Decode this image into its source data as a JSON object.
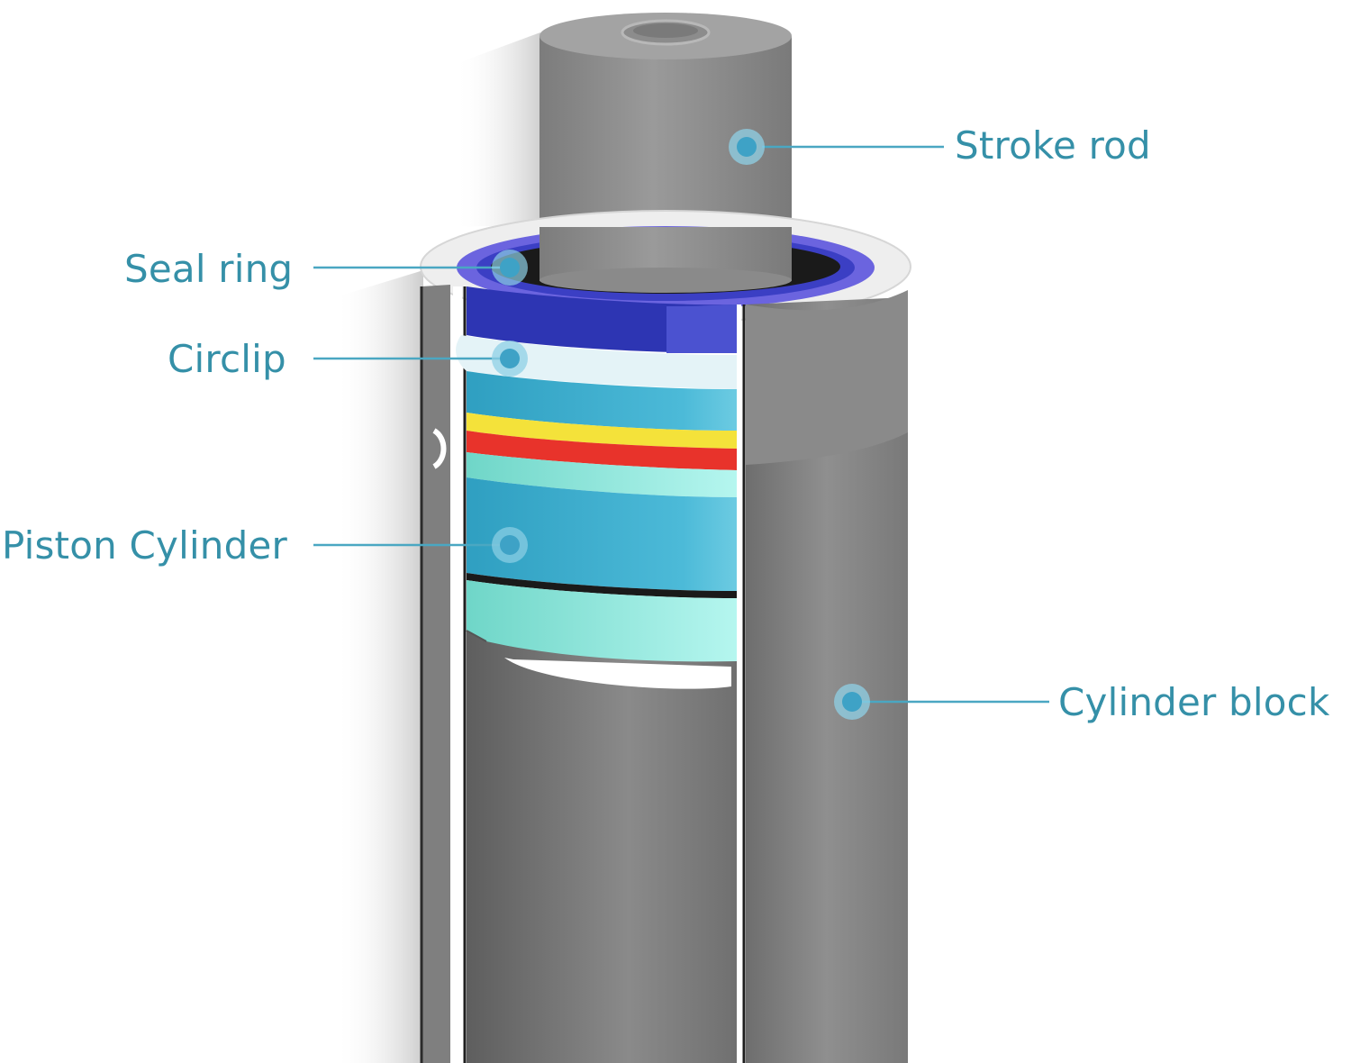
{
  "colors": {
    "label_text": "#3590a8",
    "leader_line": "#4aa7c2",
    "marker_outer": "#8fd0e6",
    "marker_inner": "#3ea2c6",
    "metal_dark": "#6b6b6b",
    "metal_mid": "#8e8e8e",
    "metal_light": "#a9a9a9",
    "seal_blue": "#2f36b8",
    "seal_violet": "#6a62e0",
    "circlip_white": "#e8f4f7",
    "piston_blue": "#3eaecd",
    "band_yellow": "#f4e23a",
    "band_red": "#e8332b",
    "band_aqua": "#8fe6db",
    "shadow": "#cfcfcf"
  },
  "labels": {
    "stroke_rod": "Stroke rod",
    "seal_ring": "Seal ring",
    "circlip": "Circlip",
    "piston_cylinder": "Piston Cylinder",
    "cylinder_block": "Cylinder block"
  }
}
